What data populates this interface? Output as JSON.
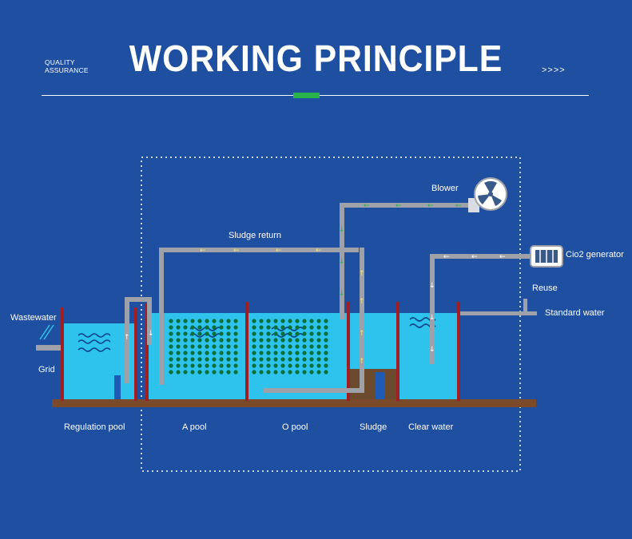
{
  "header": {
    "badge_line1": "QUALITY",
    "badge_line2": "ASSURANCE",
    "title": "WORKING PRINCIPLE",
    "arrows": ">>>>"
  },
  "colors": {
    "background": "#1e4fa1",
    "water": "#2ec3ec",
    "pipe": "#9ea2a8",
    "wall": "#a11f22",
    "base": "#7a4a2a",
    "accent": "#2ab34a",
    "media": "#0b6f3a"
  },
  "labels": {
    "wastewater": "Wastewater",
    "grid": "Grid",
    "regulation_pool": "Regulation pool",
    "a_pool": "A pool",
    "o_pool": "O pool",
    "sludge": "Sludge",
    "clear_water": "Clear water",
    "sludge_return": "Sludge return",
    "blower": "Blower",
    "cio2_generator": "Cio2 generator",
    "reuse": "Reuse",
    "standard_water": "Standard water"
  }
}
